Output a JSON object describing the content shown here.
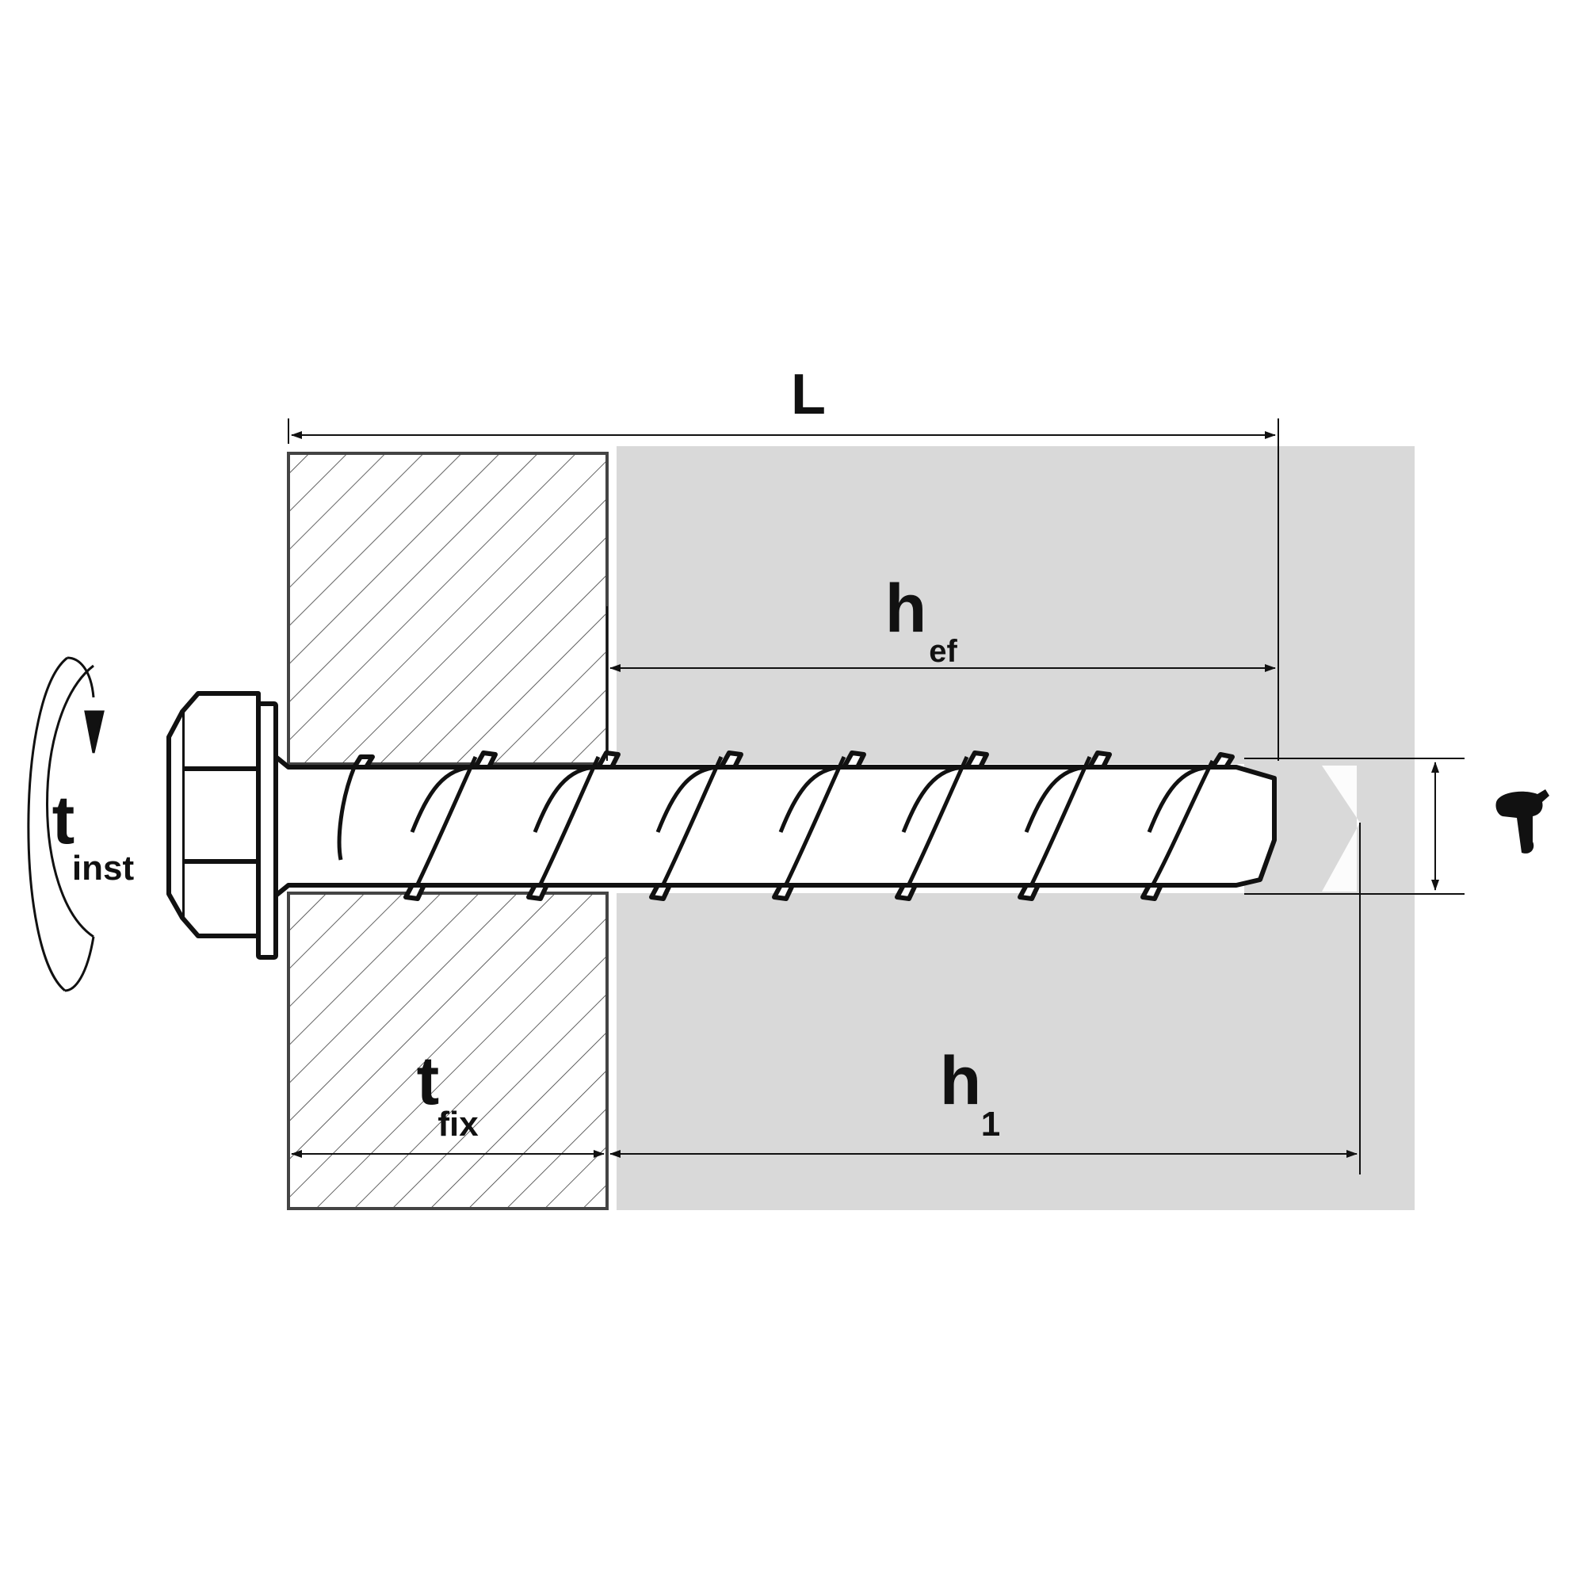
{
  "labels": {
    "L": "L",
    "h_ef_main": "h",
    "h_ef_sub": "ef",
    "h_1_main": "h",
    "h_1_sub": "1",
    "t_fix_main": "t",
    "t_fix_sub": "fix",
    "t_inst_main": "t",
    "t_inst_sub": "inst"
  },
  "colors": {
    "concrete": "#d9d9d9",
    "line": "#111111",
    "hatch": "#333333",
    "background": "#ffffff"
  },
  "icons": {
    "rotation": "rotation-arrow-icon",
    "drill": "drill-icon"
  }
}
